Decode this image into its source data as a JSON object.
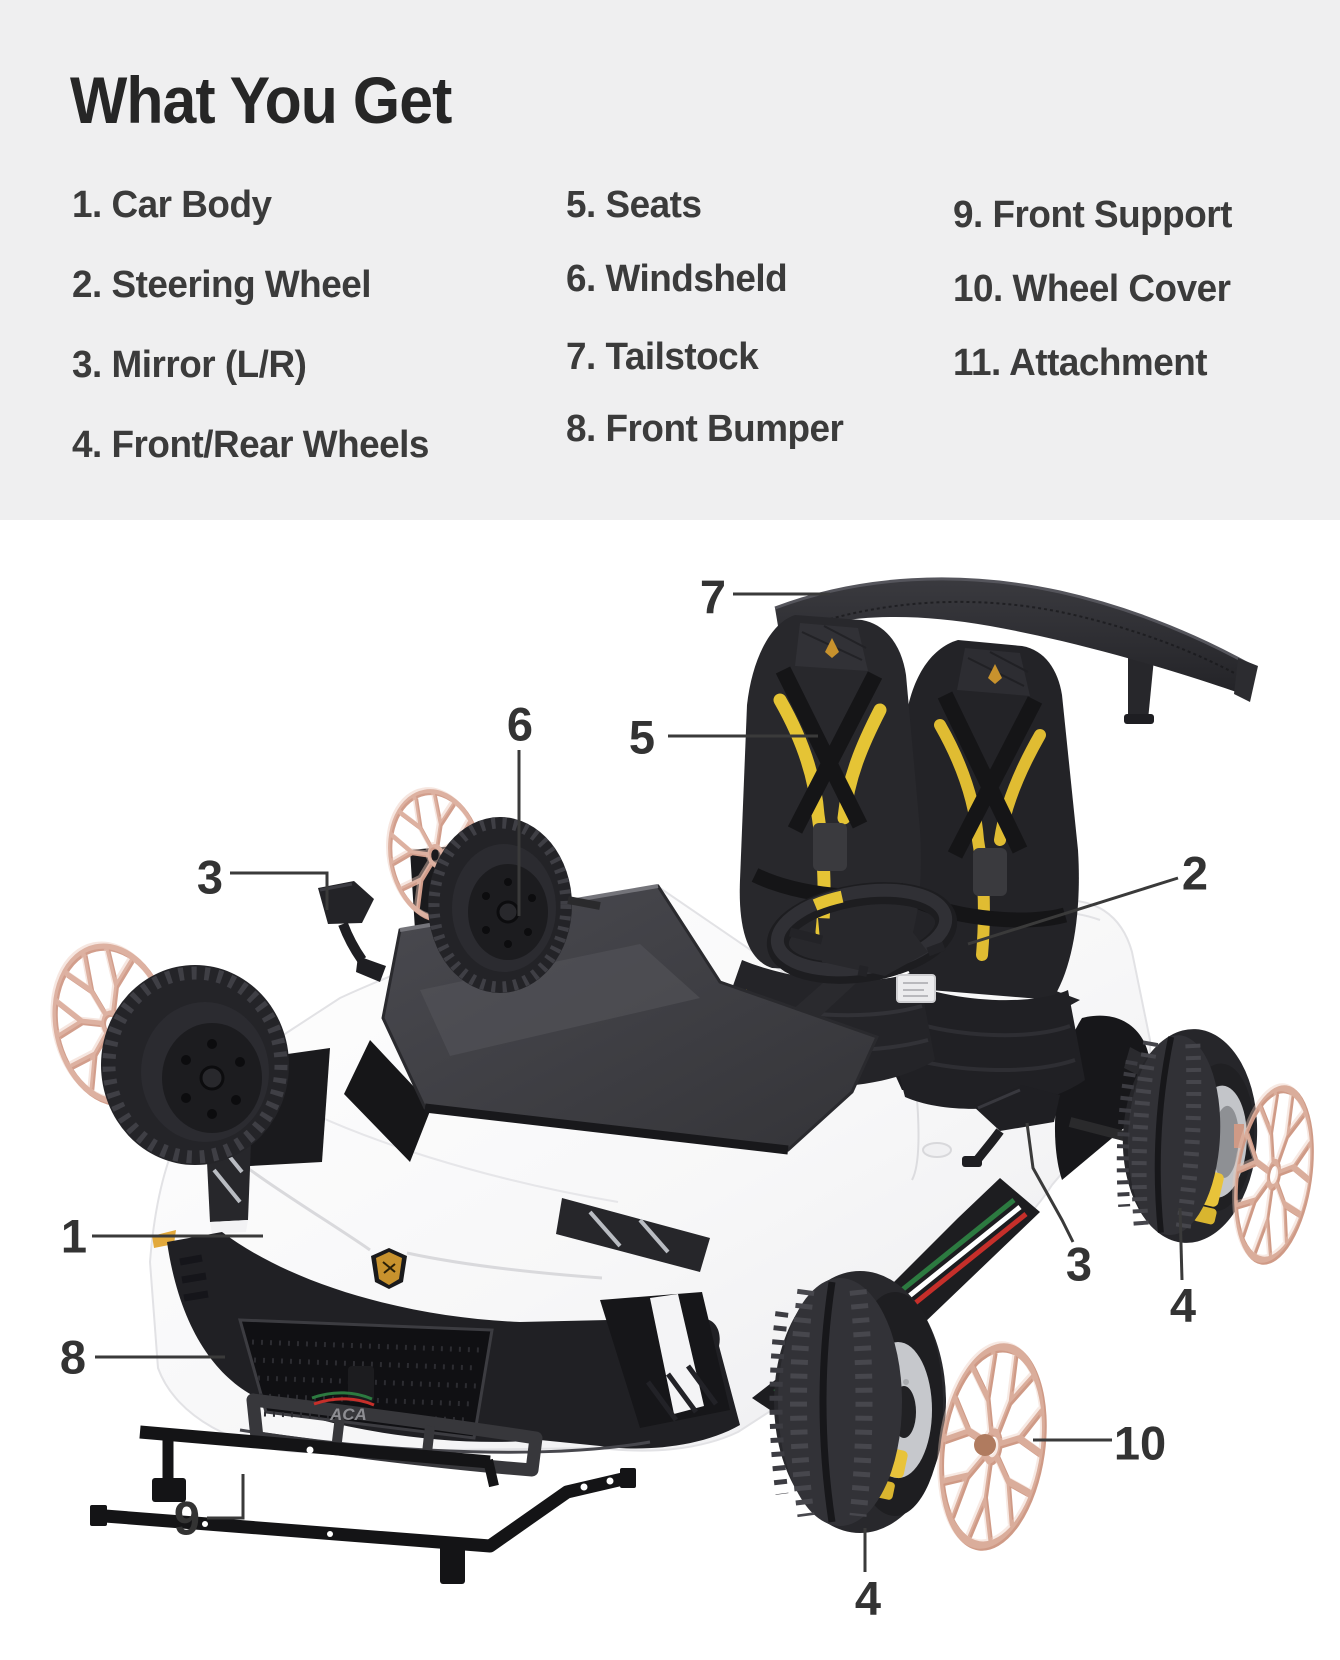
{
  "header": {
    "title": "What You Get",
    "columns": [
      {
        "items": [
          "1. Car Body",
          "2. Steering Wheel",
          "3. Mirror (L/R)",
          "4. Front/Rear Wheels"
        ]
      },
      {
        "items": [
          "5. Seats",
          "6. Windsheld",
          "7. Tailstock",
          "8. Front Bumper"
        ]
      },
      {
        "items": [
          "9. Front Support",
          "10. Wheel Cover",
          "11. Attachment"
        ]
      }
    ]
  },
  "diagram": {
    "description": "Exploded view of kids ride-on sports car with numbered part callouts",
    "callouts": [
      {
        "id": "callout-1-car-body",
        "label": "1"
      },
      {
        "id": "callout-2-steering-wheel",
        "label": "2"
      },
      {
        "id": "callout-3-mirror-left",
        "label": "3"
      },
      {
        "id": "callout-3-mirror-right",
        "label": "3"
      },
      {
        "id": "callout-4-front-wheel",
        "label": "4"
      },
      {
        "id": "callout-4-rear-wheel",
        "label": "4"
      },
      {
        "id": "callout-5-seats",
        "label": "5"
      },
      {
        "id": "callout-6-windshield",
        "label": "6"
      },
      {
        "id": "callout-7-tailstock",
        "label": "7"
      },
      {
        "id": "callout-8-front-bumper",
        "label": "8"
      },
      {
        "id": "callout-9-front-support",
        "label": "9"
      },
      {
        "id": "callout-10-wheel-cover",
        "label": "10"
      }
    ],
    "logo_text": "ACA"
  },
  "colors": {
    "header_bg": "#efeff0",
    "title_text": "#262626",
    "list_text": "#3b3b3b",
    "callout_text": "#333333",
    "leader_line": "#3a3a3a",
    "body_white": "#fbfbfc",
    "part_dark": "#2a2a2e",
    "accent_yellow": "#e8c33a",
    "wheel_cover_rose": "#d29e8c",
    "stripe_green": "#2c7a40",
    "stripe_red": "#c62f2a",
    "badge_gold": "#c8922d"
  }
}
